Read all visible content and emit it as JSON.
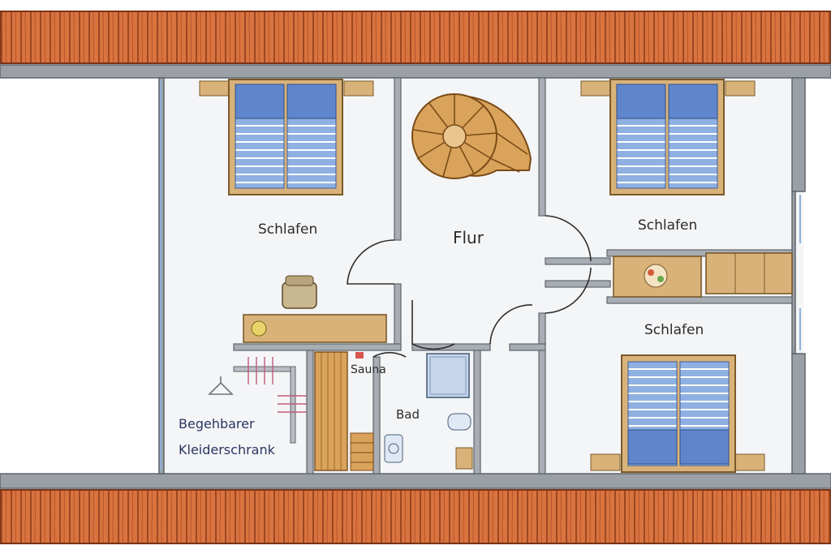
{
  "labels": {
    "bedroom_top_left": "Schlafen",
    "hallway": "Flur",
    "bedroom_top_right": "Schlafen",
    "bedroom_bottom_right": "Schlafen",
    "sauna": "Sauna",
    "bathroom": "Bad",
    "walk_in_closet_line1": "Begehbarer",
    "walk_in_closet_line2": "Kleiderschrank"
  },
  "colors": {
    "roof_tile": "#d9733f",
    "roof_line": "#8e3d1c",
    "wall": "#9aa0a6",
    "floor": "#f4f5f7",
    "bed_blue": "#7f9fd6",
    "wood": "#d9b27a",
    "closet_text": "#2a3560"
  }
}
